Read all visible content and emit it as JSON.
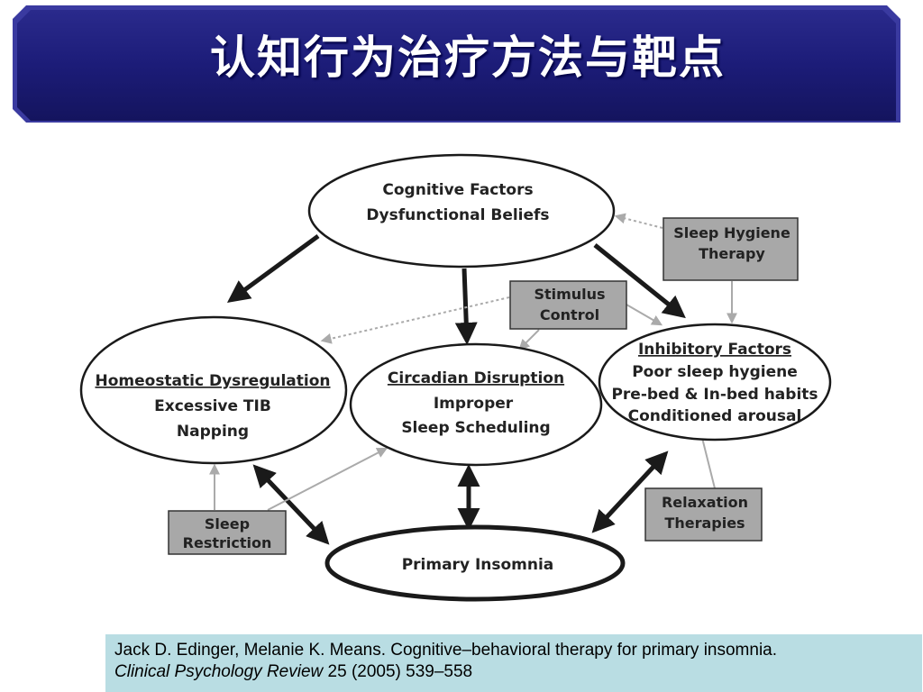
{
  "slide": {
    "title": "认知行为治疗方法与靶点",
    "title_bar_color": "#1a1a7a"
  },
  "nodes": {
    "cognitive": {
      "line1": "Cognitive Factors",
      "line2": "Dysfunctional Beliefs"
    },
    "homeostatic": {
      "line1": "Homeostatic Dysregulation",
      "line2": "Excessive TIB",
      "line3": "Napping"
    },
    "circadian": {
      "line1": "Circadian Disruption",
      "line2": "Improper",
      "line3": "Sleep Scheduling"
    },
    "inhibitory": {
      "line1": "Inhibitory Factors",
      "line2": "Poor sleep hygiene",
      "line3": "Pre-bed & In-bed habits",
      "line4": "Conditioned arousal"
    },
    "primary": {
      "line1": "Primary Insomnia"
    }
  },
  "therapies": {
    "sleep_hygiene": {
      "line1": "Sleep Hygiene",
      "line2": "Therapy"
    },
    "stimulus_control": {
      "line1": "Stimulus",
      "line2": "Control"
    },
    "sleep_restriction": {
      "line1": "Sleep",
      "line2": "Restriction"
    },
    "relaxation": {
      "line1": "Relaxation",
      "line2": "Therapies"
    }
  },
  "citation": {
    "authors_title": "Jack D. Edinger, Melanie K. Means. Cognitive–behavioral therapy for primary insomnia.",
    "journal": "Clinical Psychology Review",
    "details": " 25 (2005) 539–558",
    "background": "#b9dde3"
  }
}
